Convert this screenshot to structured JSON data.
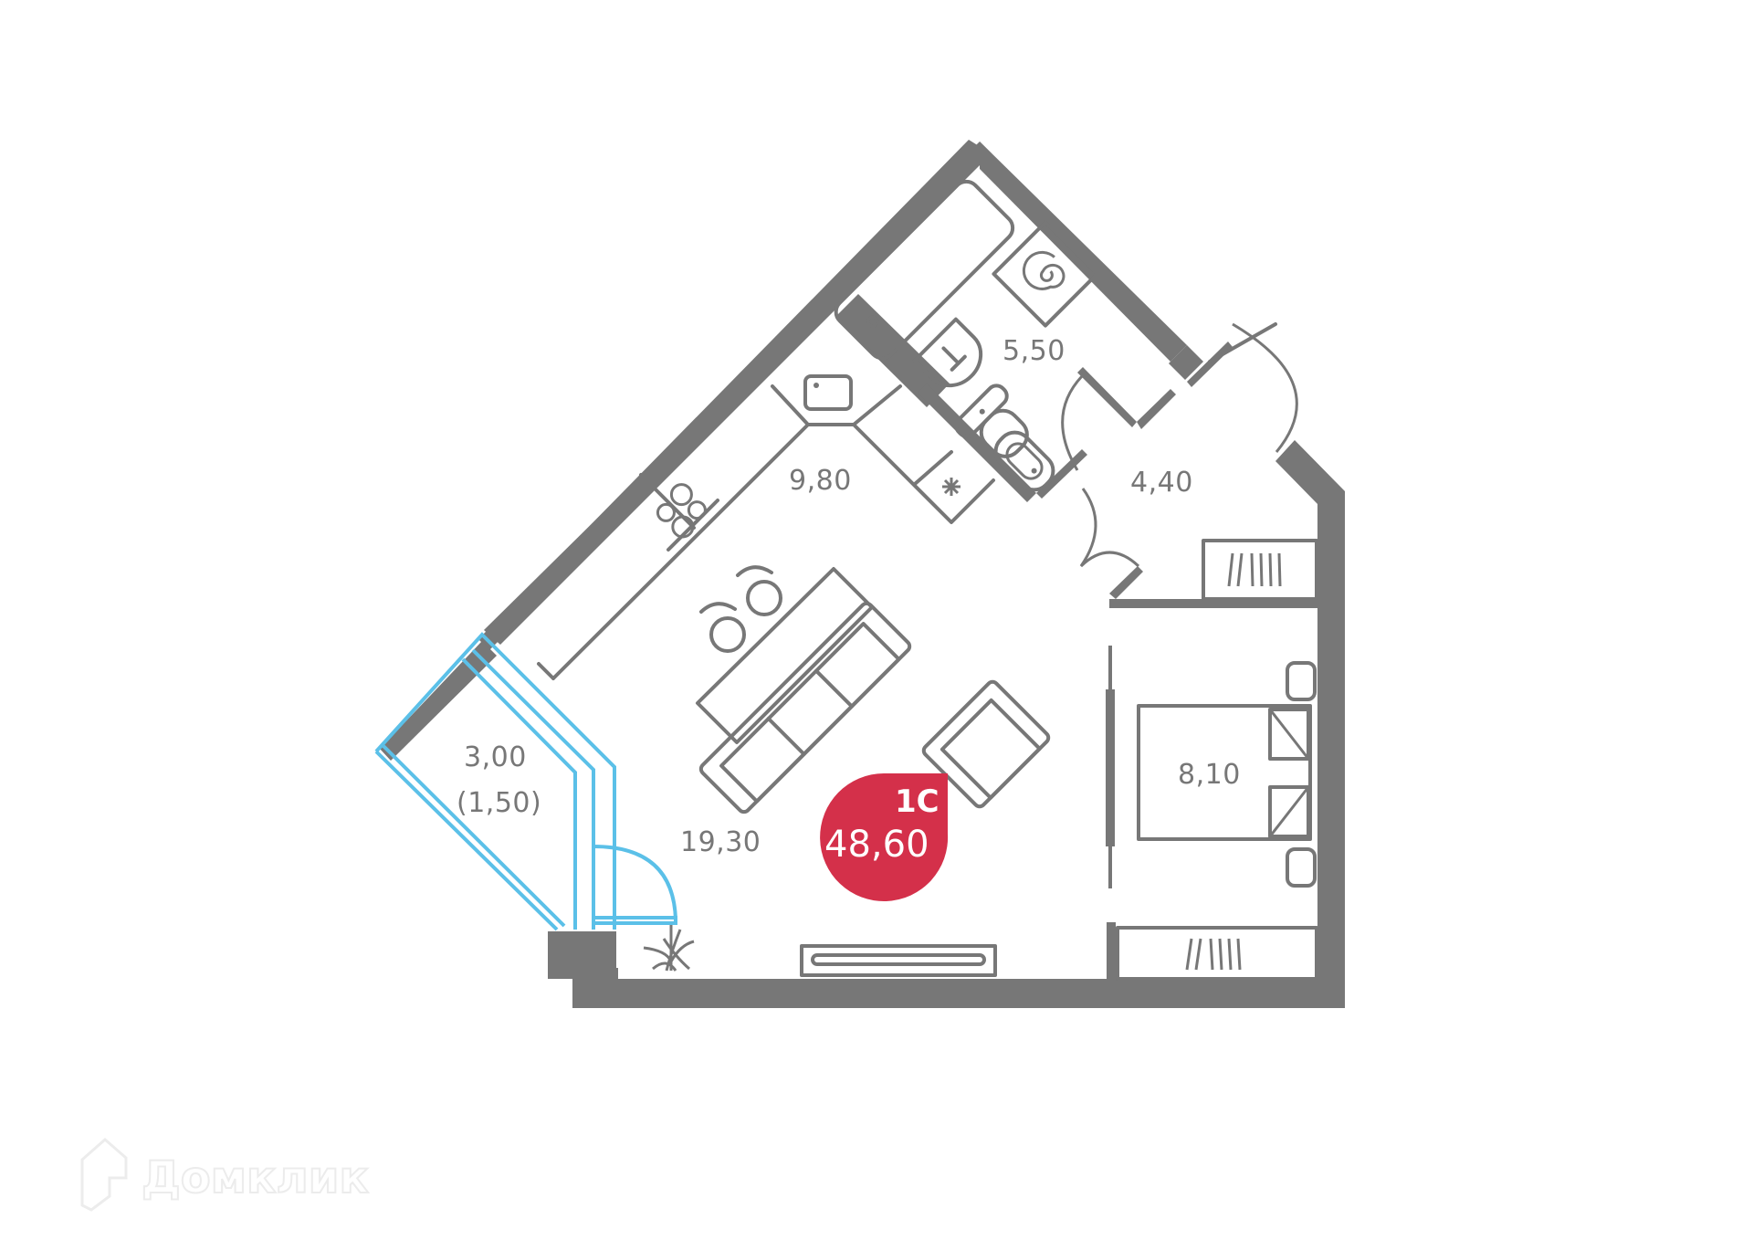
{
  "apartment": {
    "type_label": "1С",
    "total_area": "48,60",
    "badge_color": "#d4304a"
  },
  "rooms": {
    "bathroom": {
      "area": "5,50"
    },
    "kitchen": {
      "area": "9,80"
    },
    "hallway": {
      "area": "4,40"
    },
    "living": {
      "area": "19,30"
    },
    "bedroom": {
      "area": "8,10"
    },
    "balcony": {
      "area": "3,00",
      "reduced_area": "(1,50)"
    }
  },
  "colors": {
    "wall": "#777777",
    "glazing": "#5bc0e8",
    "background": "#ffffff"
  },
  "watermark": {
    "text": "Домклик",
    "icon": "house-logo-icon"
  }
}
